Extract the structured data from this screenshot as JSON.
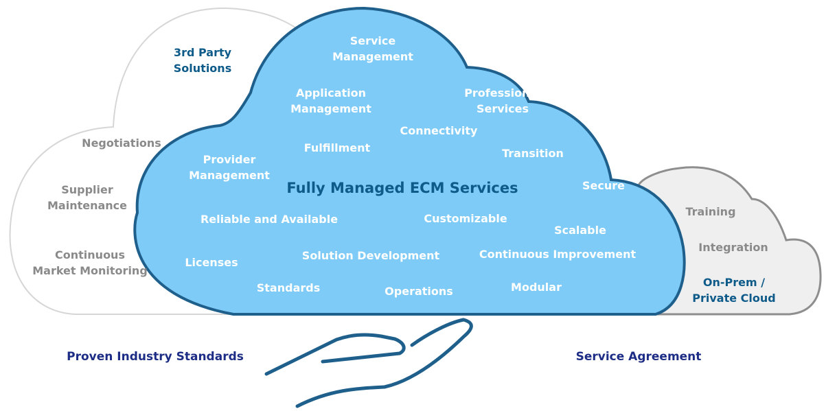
{
  "colors": {
    "main_cloud_fill": "#7ecbf7",
    "main_cloud_stroke": "#1f5f8b",
    "left_cloud_stroke": "#d6d6d6",
    "right_cloud_fill": "#efefef",
    "right_cloud_stroke": "#8e8e8e",
    "hand_stroke": "#1f5f8b",
    "label_white": "#ffffff",
    "label_gray": "#8a8a8a",
    "label_dark_blue": "#0e5b8a",
    "label_navy": "#1d2d86"
  },
  "main_cloud": {
    "title": "Fully Managed ECM Services",
    "items": {
      "service_management": [
        "Service",
        "Management"
      ],
      "application_management": [
        "Application",
        "Management"
      ],
      "professional_services": [
        "Professional",
        "Services"
      ],
      "connectivity": "Connectivity",
      "fulfillment": "Fulfillment",
      "transition": "Transition",
      "provider_management": [
        "Provider",
        "Management"
      ],
      "secure": "Secure",
      "reliable_available": "Reliable and Available",
      "customizable": "Customizable",
      "scalable": "Scalable",
      "licenses": "Licenses",
      "solution_development": "Solution Development",
      "continuous_improvement": "Continuous Improvement",
      "standards": "Standards",
      "operations": "Operations",
      "modular": "Modular"
    }
  },
  "left_cloud": {
    "third_party": [
      "3rd Party",
      "Solutions"
    ],
    "negotiations": "Negotiations",
    "supplier_maintenance": [
      "Supplier",
      "Maintenance"
    ],
    "market_monitoring": [
      "Continuous",
      "Market Monitoring"
    ]
  },
  "right_cloud": {
    "training": "Training",
    "integration": "Integration",
    "on_prem": [
      "On-Prem /",
      "Private Cloud"
    ]
  },
  "captions": {
    "left": "Proven Industry Standards",
    "right": "Service Agreement"
  }
}
